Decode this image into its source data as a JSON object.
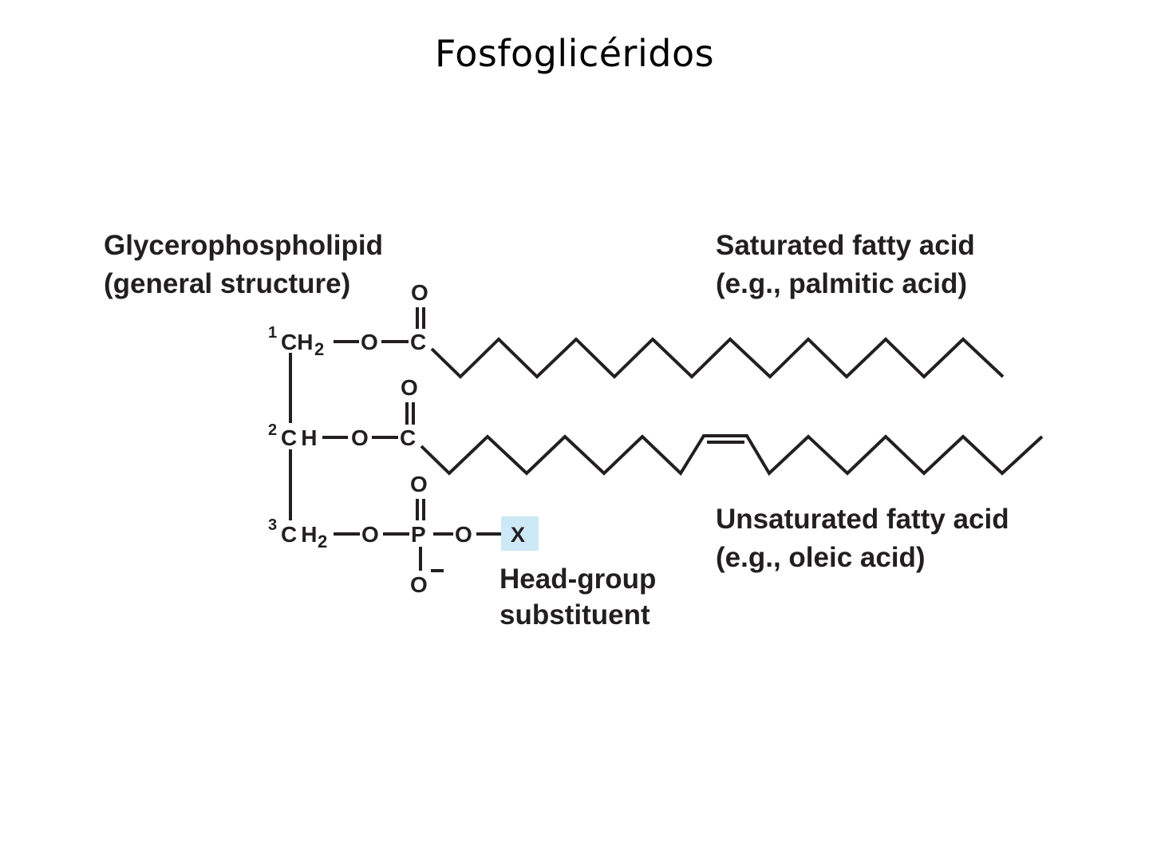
{
  "slide": {
    "title": "Fosfoglicéridos"
  },
  "labels": {
    "glycerophospholipid": {
      "line1": "Glycerophospholipid",
      "line2": "(general structure)"
    },
    "saturated": {
      "line1": "Saturated fatty acid",
      "line2": "(e.g., palmitic acid)"
    },
    "unsaturated": {
      "line1": "Unsaturated fatty acid",
      "line2": "(e.g., oleic acid)"
    },
    "head_group": {
      "line1": "Head-group",
      "line2": "substituent"
    }
  },
  "structure": {
    "carbon1": {
      "number": "1",
      "group": "CH",
      "subscript": "2"
    },
    "carbon2": {
      "number": "2",
      "group": "CH"
    },
    "carbon3": {
      "number": "3",
      "group": "CH",
      "subscript": "2"
    },
    "oxygen": "O",
    "carbonyl_carbon": "C",
    "phosphorus": "P",
    "charge": "−",
    "head_group_symbol": "X"
  },
  "colors": {
    "text": "#231f20",
    "head_group_highlight": "#cde8f6"
  }
}
